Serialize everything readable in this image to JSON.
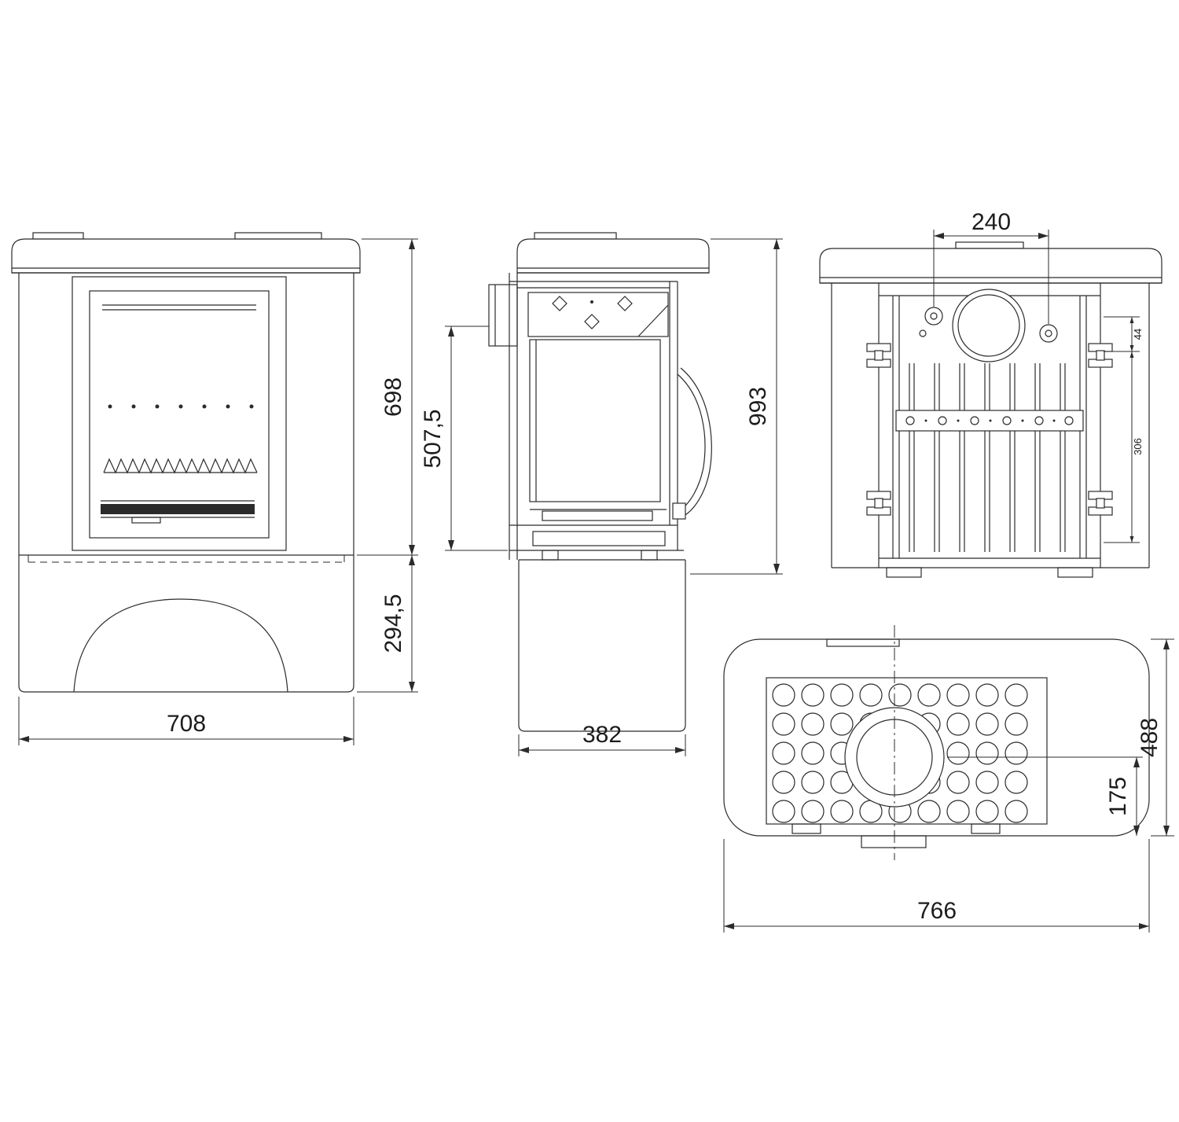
{
  "views": {
    "front": {
      "width": "708",
      "body_height": "698",
      "base_height": "294,5"
    },
    "side": {
      "depth": "382",
      "inner_height": "507,5",
      "total_height": "993"
    },
    "rear": {
      "flue_offset": "240",
      "detail_top": "44",
      "detail_mid": "306"
    },
    "top": {
      "width": "766",
      "depth": "488",
      "flue_to_back": "175"
    }
  },
  "colors": {
    "line": "#2b2b2b",
    "text": "#1c1c1c",
    "background": "#ffffff"
  }
}
